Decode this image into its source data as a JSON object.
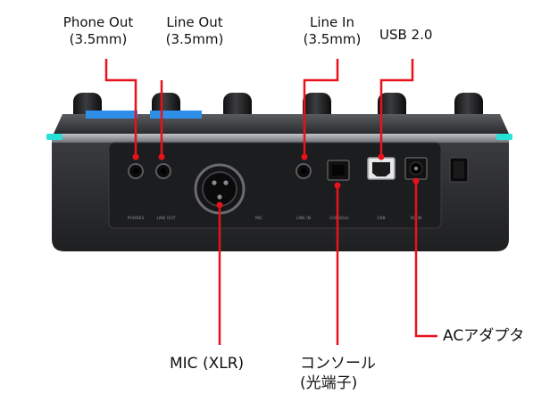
{
  "labels": {
    "phone_out": {
      "line1": "Phone Out",
      "line2": "(3.5mm)"
    },
    "line_out": {
      "line1": "Line Out",
      "line2": "(3.5mm)"
    },
    "line_in": {
      "line1": "Line In",
      "line2": "(3.5mm)"
    },
    "usb": {
      "line1": "USB 2.0"
    },
    "mic": {
      "line1": "MIC (XLR)"
    },
    "console": {
      "line1": "コンソール",
      "line2": "(光端子)"
    },
    "ac_adapter": {
      "line1": "ACアダプタ"
    }
  },
  "panel_text": {
    "phones": "PHONES",
    "line_out": "LINE OUT",
    "mic": "MIC",
    "line_in": "LINE IN",
    "console": "CONSOLE",
    "usb": "USB",
    "dc_in": "DC IN"
  },
  "colors": {
    "callout": "#e8121b",
    "body": "#2b2c2e",
    "panel": "#1c1d1f",
    "accent": "#3aa8ff",
    "edge_glow": "#27e0d6"
  }
}
